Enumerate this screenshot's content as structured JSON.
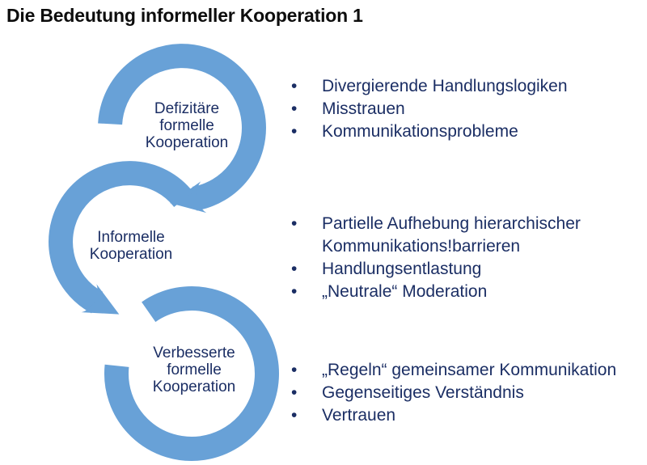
{
  "slide": {
    "title": "Die Bedeutung informeller Kooperation 1"
  },
  "colors": {
    "ring_blue": "#68a1d7",
    "text_navy": "#1b2e64",
    "title_black": "#0d0d0d",
    "background": "#ffffff"
  },
  "bullet_char": "•",
  "cycle": {
    "stages": [
      {
        "label_lines": [
          "Defizitäre",
          "formelle",
          "Kooperation"
        ]
      },
      {
        "label_lines": [
          "Informelle",
          "Kooperation"
        ]
      },
      {
        "label_lines": [
          "Verbesserte",
          "formelle",
          "Kooperation"
        ]
      }
    ]
  },
  "bullet_groups": [
    {
      "items": [
        "Divergierende Handlungslogiken",
        "Misstrauen",
        "Kommunikationsprobleme"
      ]
    },
    {
      "items": [
        "Partielle Aufhebung hierarchischer Kommunikations!barrieren",
        "Handlungsentlastung",
        "„Neutrale“ Moderation"
      ]
    },
    {
      "items": [
        "„Regeln“ gemeinsamer Kommunikation",
        "Gegenseitiges Verständnis",
        "Vertrauen"
      ]
    }
  ]
}
